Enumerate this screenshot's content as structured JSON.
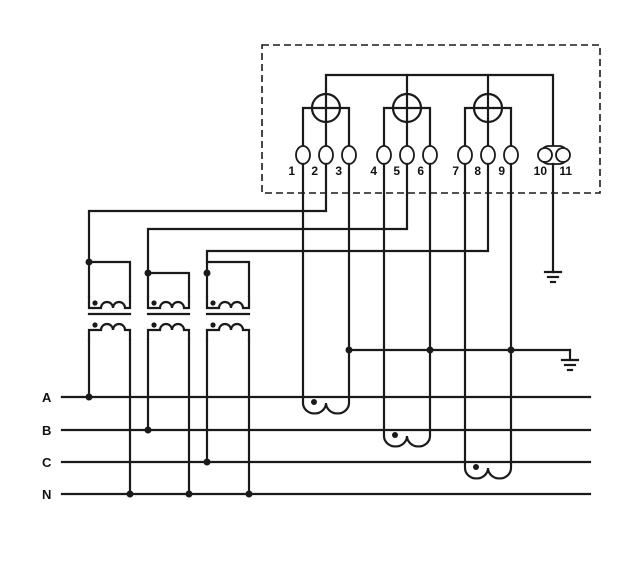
{
  "terminals": [
    "1",
    "2",
    "3",
    "4",
    "5",
    "6",
    "7",
    "8",
    "9",
    "10",
    "11"
  ],
  "phases": [
    "A",
    "B",
    "C",
    "N"
  ],
  "icons": {
    "ground": "ground-icon",
    "meter_element": "meter-element-icon",
    "voltage_transformer": "voltage-transformer-icon",
    "current_transformer": "current-transformer-icon"
  },
  "colors": {
    "line": "#1a1a1a",
    "background": "#ffffff"
  }
}
